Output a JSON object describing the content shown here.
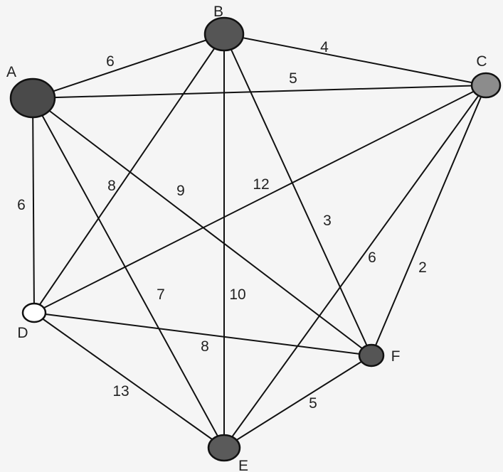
{
  "nodes": [
    {
      "id": "A",
      "label": "A",
      "color": "#4a4a4a"
    },
    {
      "id": "B",
      "label": "B",
      "color": "#555555"
    },
    {
      "id": "C",
      "label": "C",
      "color": "#8c8c8c"
    },
    {
      "id": "D",
      "label": "D",
      "color": "#ffffff"
    },
    {
      "id": "E",
      "label": "E",
      "color": "#5a5a5a"
    },
    {
      "id": "F",
      "label": "F",
      "color": "#555555"
    }
  ],
  "edges": [
    {
      "from": "A",
      "to": "B",
      "weight": "6"
    },
    {
      "from": "B",
      "to": "C",
      "weight": "4"
    },
    {
      "from": "A",
      "to": "C",
      "weight": "5"
    },
    {
      "from": "A",
      "to": "D",
      "weight": "6"
    },
    {
      "from": "B",
      "to": "D",
      "weight": "8"
    },
    {
      "from": "A",
      "to": "F",
      "weight": "9"
    },
    {
      "from": "C",
      "to": "D",
      "weight": "12"
    },
    {
      "from": "B",
      "to": "F",
      "weight": "3"
    },
    {
      "from": "C",
      "to": "E",
      "weight": "6"
    },
    {
      "from": "C",
      "to": "F",
      "weight": "2"
    },
    {
      "from": "A",
      "to": "E",
      "weight": "7"
    },
    {
      "from": "B",
      "to": "E",
      "weight": "10"
    },
    {
      "from": "D",
      "to": "F",
      "weight": "8"
    },
    {
      "from": "D",
      "to": "E",
      "weight": "13"
    },
    {
      "from": "E",
      "to": "F",
      "weight": "5"
    }
  ]
}
